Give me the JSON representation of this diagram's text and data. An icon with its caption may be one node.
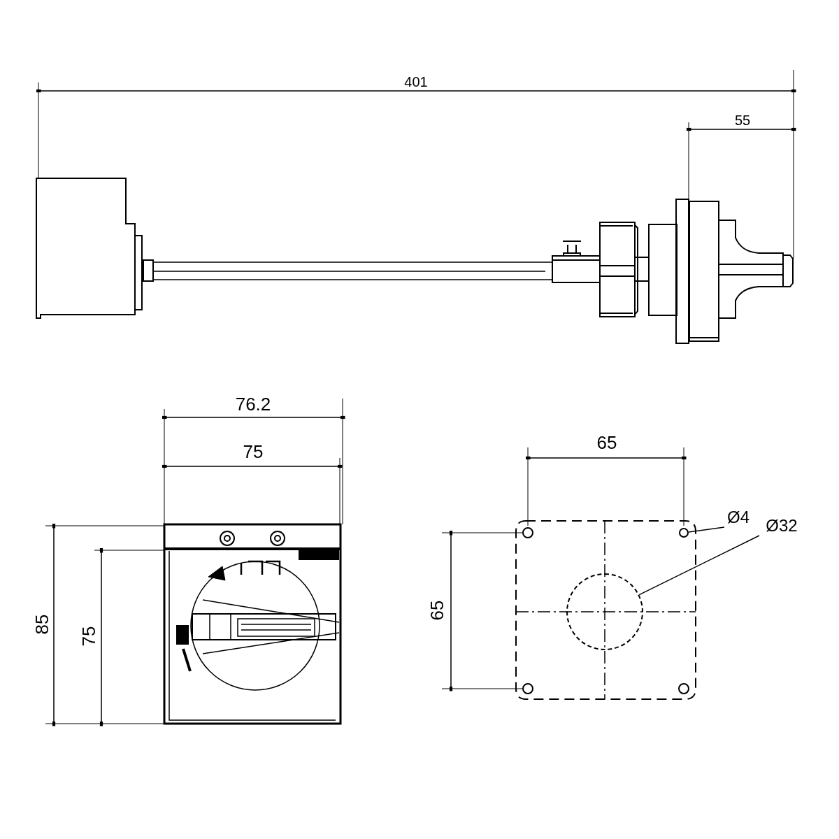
{
  "diagram": {
    "nodes": [
      {
        "text": [
          "Ø4"
        ]
      },
      {
        "text": [],
        "shape": "circle"
      },
      {
        "text": [
          "Ø32"
        ]
      },
      {
        "text": [],
        "shape": "circle"
      }
    ],
    "edges": [
      {
        "from": 0,
        "to": 1,
        "arrow": "none"
      },
      {
        "from": 2,
        "to": 3,
        "arrow": "none"
      }
    ],
    "labels": [
      "401",
      "55",
      "76.2",
      "75",
      "85",
      "75",
      "65",
      "65"
    ]
  }
}
